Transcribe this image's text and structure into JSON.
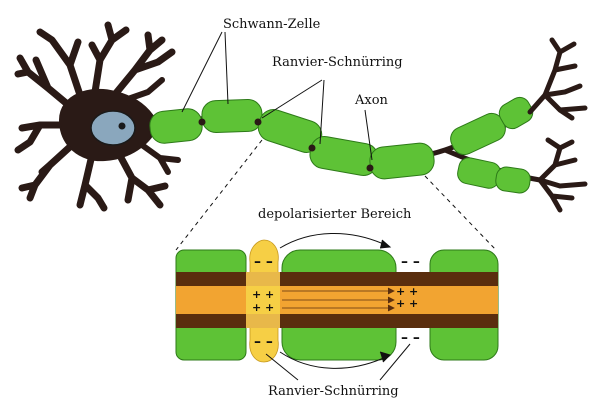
{
  "labels": {
    "schwann": "Schwann-Zelle",
    "ranvier_top": "Ranvier-Schnürring",
    "axon": "Axon",
    "depolarized": "depolarisierter Bereich",
    "ranvier_bottom": "Ranvier-Schnürring"
  },
  "charges": {
    "minus": "– –",
    "plus": "+ +"
  },
  "colors": {
    "neuron_body": "#2a1a16",
    "nucleus": "#8aa7bd",
    "myelin_green": "#5ec236",
    "myelin_dark": "#2d7a18",
    "axon_orange": "#f2a431",
    "axon_brown": "#5a2e0e",
    "depol_yellow": "#f6cf45"
  }
}
